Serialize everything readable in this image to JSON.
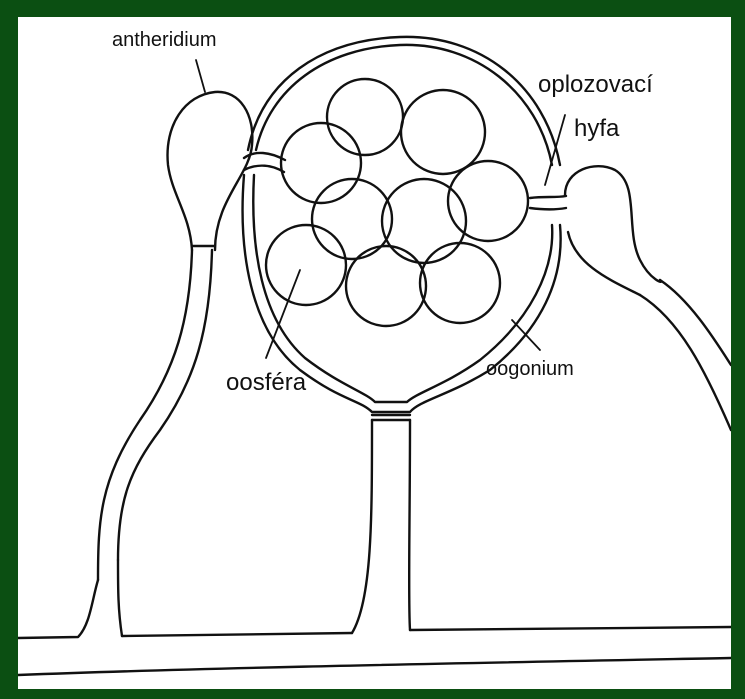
{
  "labels": {
    "antheridium": "antheridium",
    "oplozovaci": "oplozovací",
    "hyfa": "hyfa",
    "oosfera": "oosféra",
    "oogonium": "oogonium"
  },
  "colors": {
    "frame": "#0b4f12",
    "background": "#ffffff",
    "ink": "#111111"
  }
}
